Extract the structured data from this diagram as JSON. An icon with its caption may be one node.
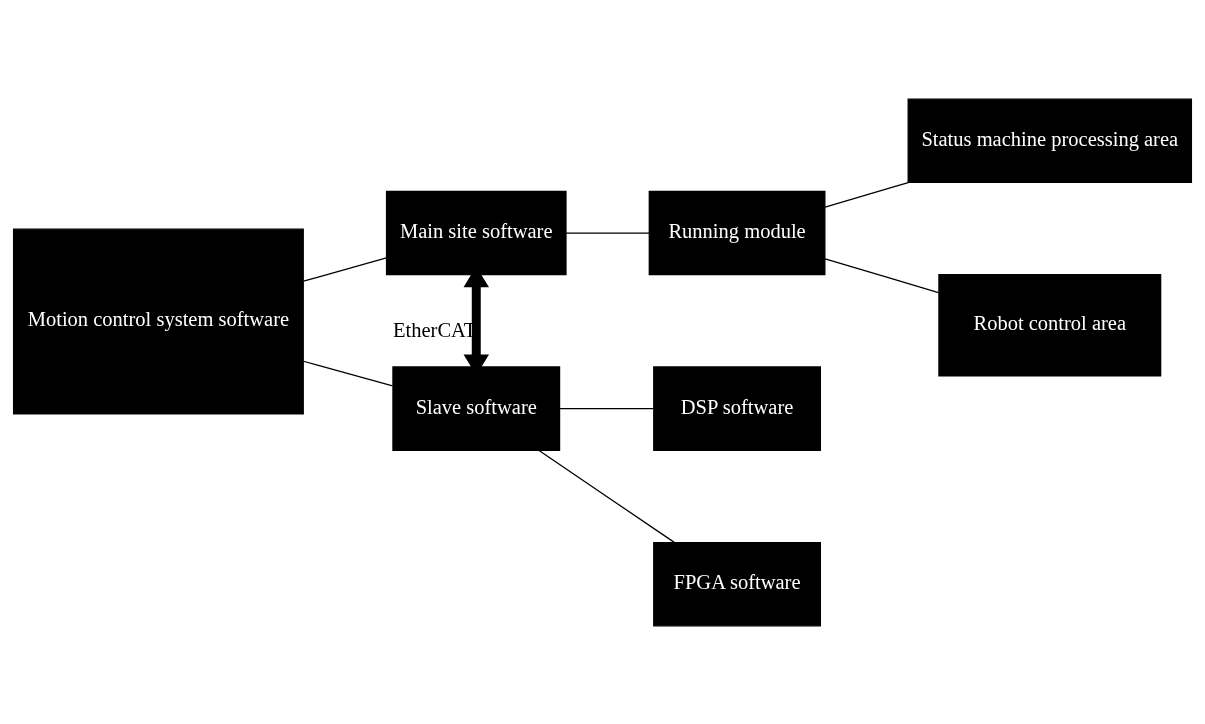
{
  "diagram": {
    "nodes": [
      {
        "text": [
          "Motion control system software"
        ]
      },
      {
        "text": [
          "Main site software"
        ]
      },
      {
        "text": [
          "Running module"
        ]
      },
      {
        "text": [
          "Status machine processing area"
        ]
      },
      {
        "text": [
          "Robot control area"
        ]
      },
      {
        "text": [
          "Slave software"
        ]
      },
      {
        "text": [
          "DSP software"
        ]
      },
      {
        "text": [
          "FPGA software"
        ]
      }
    ],
    "edges": [
      {
        "from": 0,
        "to": 1,
        "arrow": "none"
      },
      {
        "from": 0,
        "to": 5,
        "arrow": "none"
      },
      {
        "from": 1,
        "to": 2,
        "arrow": "none"
      },
      {
        "from": 2,
        "to": 3,
        "arrow": "none"
      },
      {
        "from": 2,
        "to": 4,
        "arrow": "none"
      },
      {
        "from": 1,
        "to": 5,
        "arrow": "both",
        "style": "thick",
        "label": "EtherCAT"
      },
      {
        "from": 5,
        "to": 6,
        "arrow": "none"
      },
      {
        "from": 5,
        "to": 7,
        "arrow": "none"
      }
    ]
  }
}
